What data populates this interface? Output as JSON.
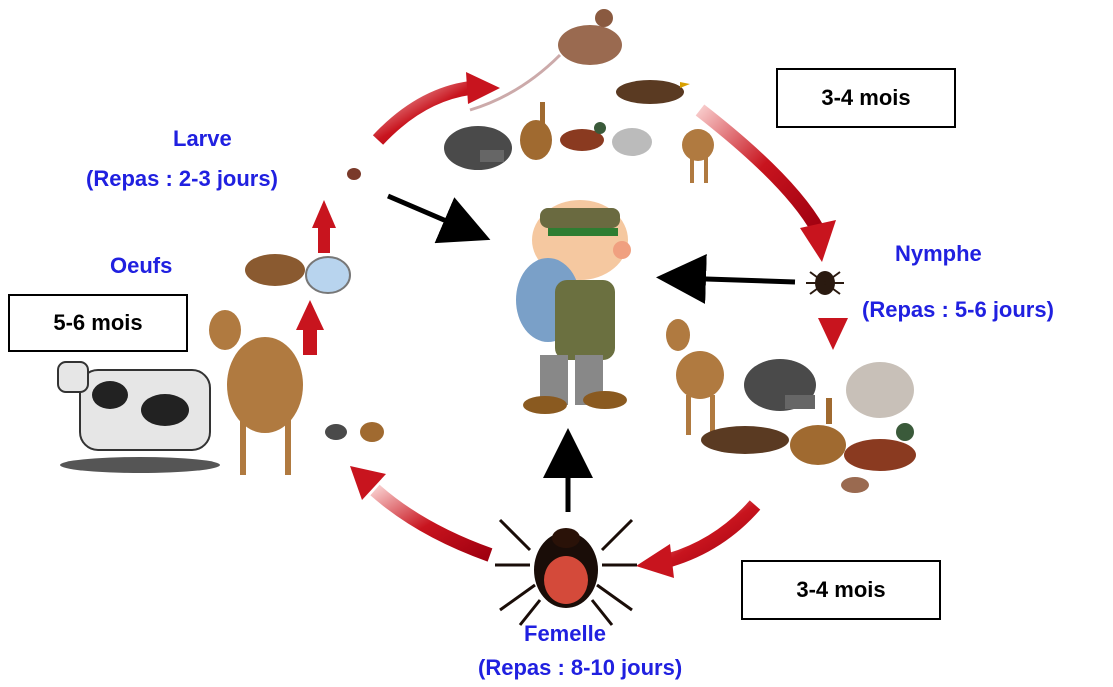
{
  "stages": {
    "larve": {
      "name": "Larve",
      "meal": "(Repas : 2-3 jours)"
    },
    "oeufs": {
      "name": "Oeufs"
    },
    "nymphe": {
      "name": "Nymphe",
      "meal": "(Repas : 5-6 jours)"
    },
    "femelle": {
      "name": "Femelle",
      "meal": "(Repas : 8-10 jours)"
    }
  },
  "durations": {
    "top_right": "3-4 mois",
    "bottom_right": "3-4 mois",
    "left": "5-6 mois"
  },
  "colors": {
    "cycle_arrow": "#c8141e",
    "label_text": "#2020e0",
    "pointer_arrow": "#000000"
  },
  "icons": [
    "mouse-icon",
    "blackbird-icon",
    "hedgehog-icon",
    "hare-icon",
    "pheasant-icon",
    "squirrel-icon",
    "deer-icon",
    "cow-icon",
    "tick-icon",
    "hiker-icon",
    "egg-cluster-icon"
  ]
}
